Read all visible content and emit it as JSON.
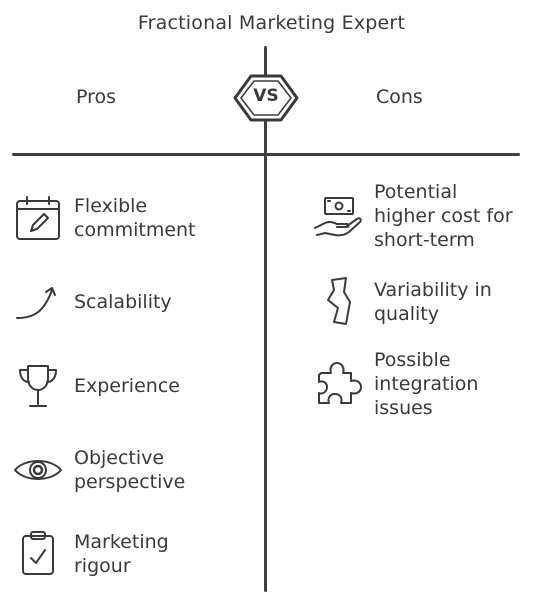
{
  "title": "Fractional Marketing Expert",
  "vs_label": "VS",
  "pros": {
    "heading": "Pros",
    "items": [
      {
        "icon": "calendar-edit-icon",
        "label_lines": [
          "Flexible",
          "commitment"
        ]
      },
      {
        "icon": "growth-arrow-icon",
        "label_lines": [
          "Scalability"
        ]
      },
      {
        "icon": "trophy-icon",
        "label_lines": [
          "Experience"
        ]
      },
      {
        "icon": "eye-icon",
        "label_lines": [
          "Objective",
          "perspective"
        ]
      },
      {
        "icon": "clipboard-check-icon",
        "label_lines": [
          "Marketing",
          "rigour"
        ]
      }
    ]
  },
  "cons": {
    "heading": "Cons",
    "items": [
      {
        "icon": "money-hand-icon",
        "label_lines": [
          "Potential",
          "higher cost for",
          "short-term"
        ]
      },
      {
        "icon": "torn-paper-icon",
        "label_lines": [
          "Variability in",
          "quality"
        ]
      },
      {
        "icon": "puzzle-piece-icon",
        "label_lines": [
          "Possible",
          "integration",
          "issues"
        ]
      }
    ]
  }
}
